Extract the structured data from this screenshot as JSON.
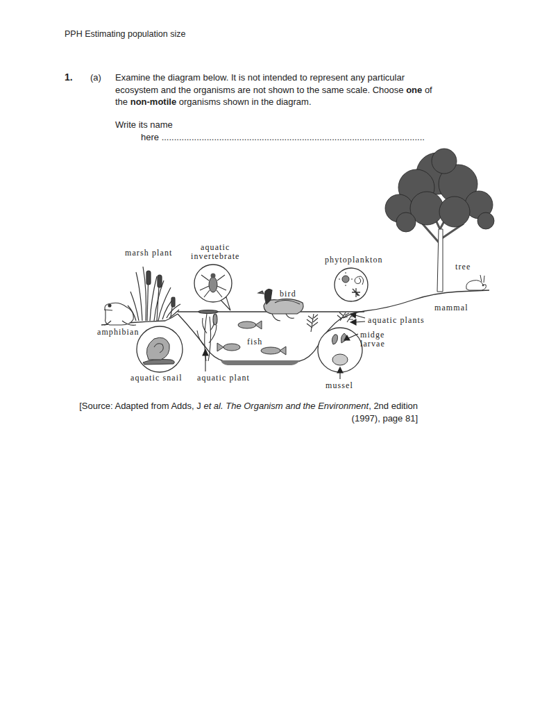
{
  "diagram": {
    "title": "PPH Estimating population size",
    "labels": [
      "1.",
      "(a)",
      "Examine the diagram below. It is not intended to represent any particular ecosystem and the organisms are not shown to the same scale. Choose",
      "one",
      "of the",
      "non-motile",
      "organisms shown in the diagram.",
      "Write its name",
      "here .........................................................................................................",
      "marsh plant",
      "aquatic invertebrate",
      "phytoplankton",
      "tree",
      "bird",
      "mammal",
      "aquatic plants",
      "amphibian",
      "fish",
      "midge larvae",
      "aquatic snail",
      "aquatic plant",
      "mussel",
      "[Source: Adapted from Adds,",
      "J",
      "et al.",
      "The Organism and the Environment",
      ", 2nd edition (1997), page 81]"
    ]
  }
}
